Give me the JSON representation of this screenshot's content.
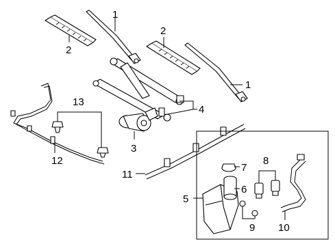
{
  "diagram": {
    "callouts": [
      "1",
      "2",
      "2",
      "1",
      "4",
      "3",
      "13",
      "12",
      "11",
      "7",
      "6",
      "8",
      "5",
      "9",
      "10"
    ]
  }
}
